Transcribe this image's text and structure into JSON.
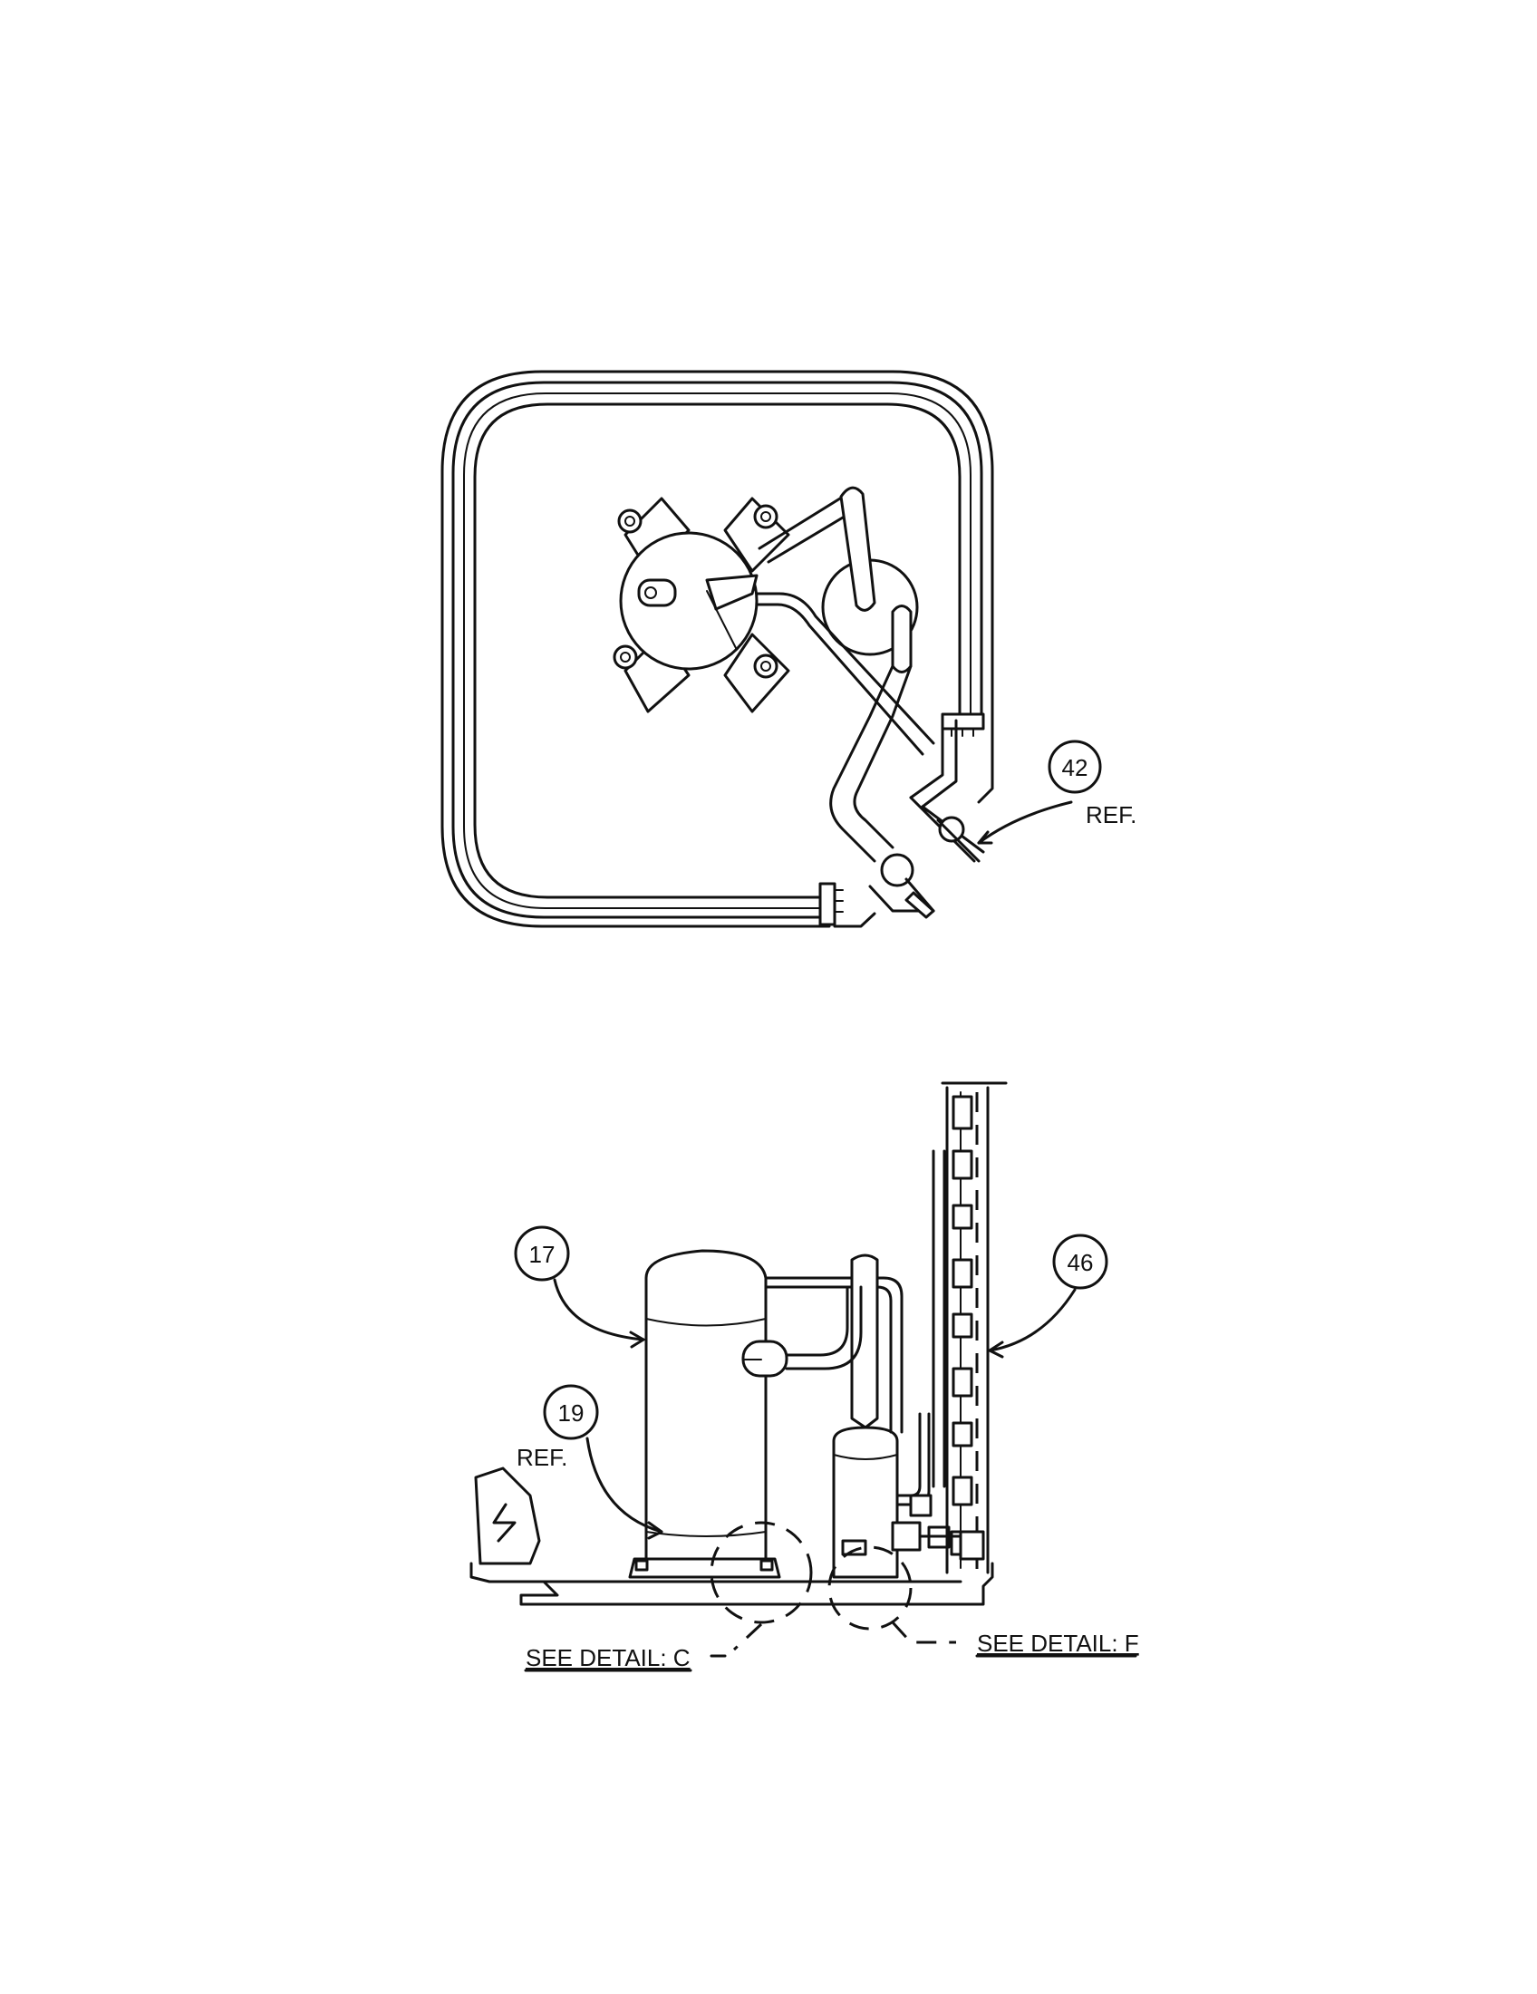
{
  "callouts": {
    "c42": "42",
    "c17": "17",
    "c19": "19",
    "c46": "46"
  },
  "labels": {
    "ref_42": "REF.",
    "ref_19": "REF.",
    "detail_c": "SEE DETAIL: C",
    "detail_f": "SEE DETAIL: F"
  }
}
